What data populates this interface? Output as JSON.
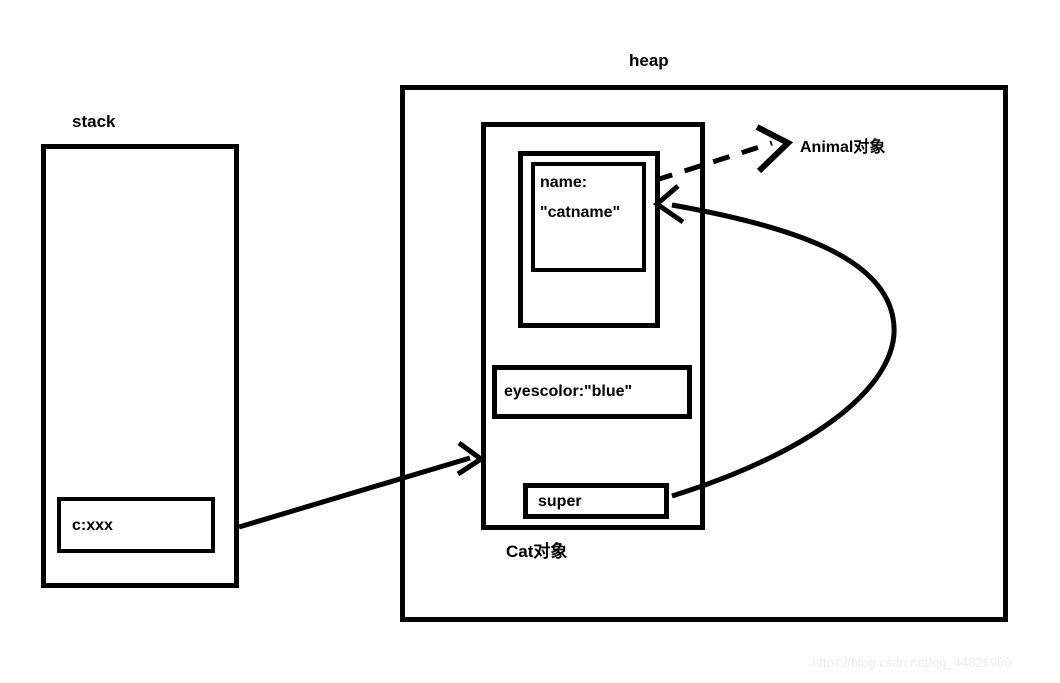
{
  "diagram": {
    "title_regions": {
      "stack_label": "stack",
      "heap_label": "heap"
    },
    "stack": {
      "label": "stack",
      "variable_box": {
        "text": "c:xxx"
      }
    },
    "heap": {
      "label": "heap",
      "cat_object": {
        "label": "Cat对象",
        "fields": {
          "name_key": "name:",
          "name_value": "\"catname\"",
          "eyescolor": "eyescolor:\"blue\"",
          "super": "super"
        }
      },
      "animal_object": {
        "label": "Animal对象"
      }
    },
    "arrows": [
      {
        "name": "stack-to-cat-arrow",
        "from": "c:xxx",
        "to": "Cat对象",
        "style": "solid"
      },
      {
        "name": "name-to-animal-arrow",
        "from": "name field",
        "to": "Animal对象",
        "style": "dashed"
      },
      {
        "name": "super-to-name-arrow",
        "from": "super",
        "to": "name field",
        "style": "solid-curved"
      }
    ],
    "colors": {
      "stroke": "#000000",
      "background": "#ffffff",
      "watermark": "#ececec"
    }
  },
  "watermark": {
    "text": "https://blog.csdn.net/qq_44826960"
  }
}
